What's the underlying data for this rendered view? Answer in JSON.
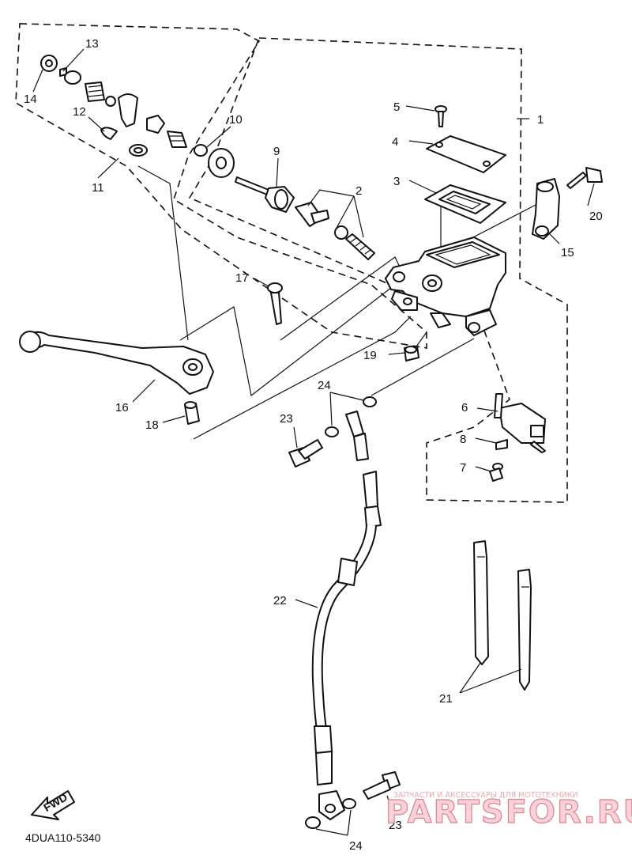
{
  "diagram": {
    "drawing_code": "4DUA110-5340",
    "fwd_label": "FWD",
    "callouts": [
      "1",
      "2",
      "3",
      "4",
      "5",
      "6",
      "7",
      "8",
      "9",
      "10",
      "11",
      "12",
      "13",
      "14",
      "15",
      "16",
      "17",
      "18",
      "19",
      "20",
      "21",
      "22",
      "23",
      "23",
      "24",
      "24"
    ],
    "watermark": {
      "tagline": "ЗАПЧАСТИ И АКСЕССУАРЫ ДЛЯ МОТОТЕХНИКИ",
      "brand": "PARTSFOR.RU"
    },
    "colors": {
      "line": "#111111",
      "background": "#ffffff",
      "watermark": "#e07f8d"
    }
  }
}
